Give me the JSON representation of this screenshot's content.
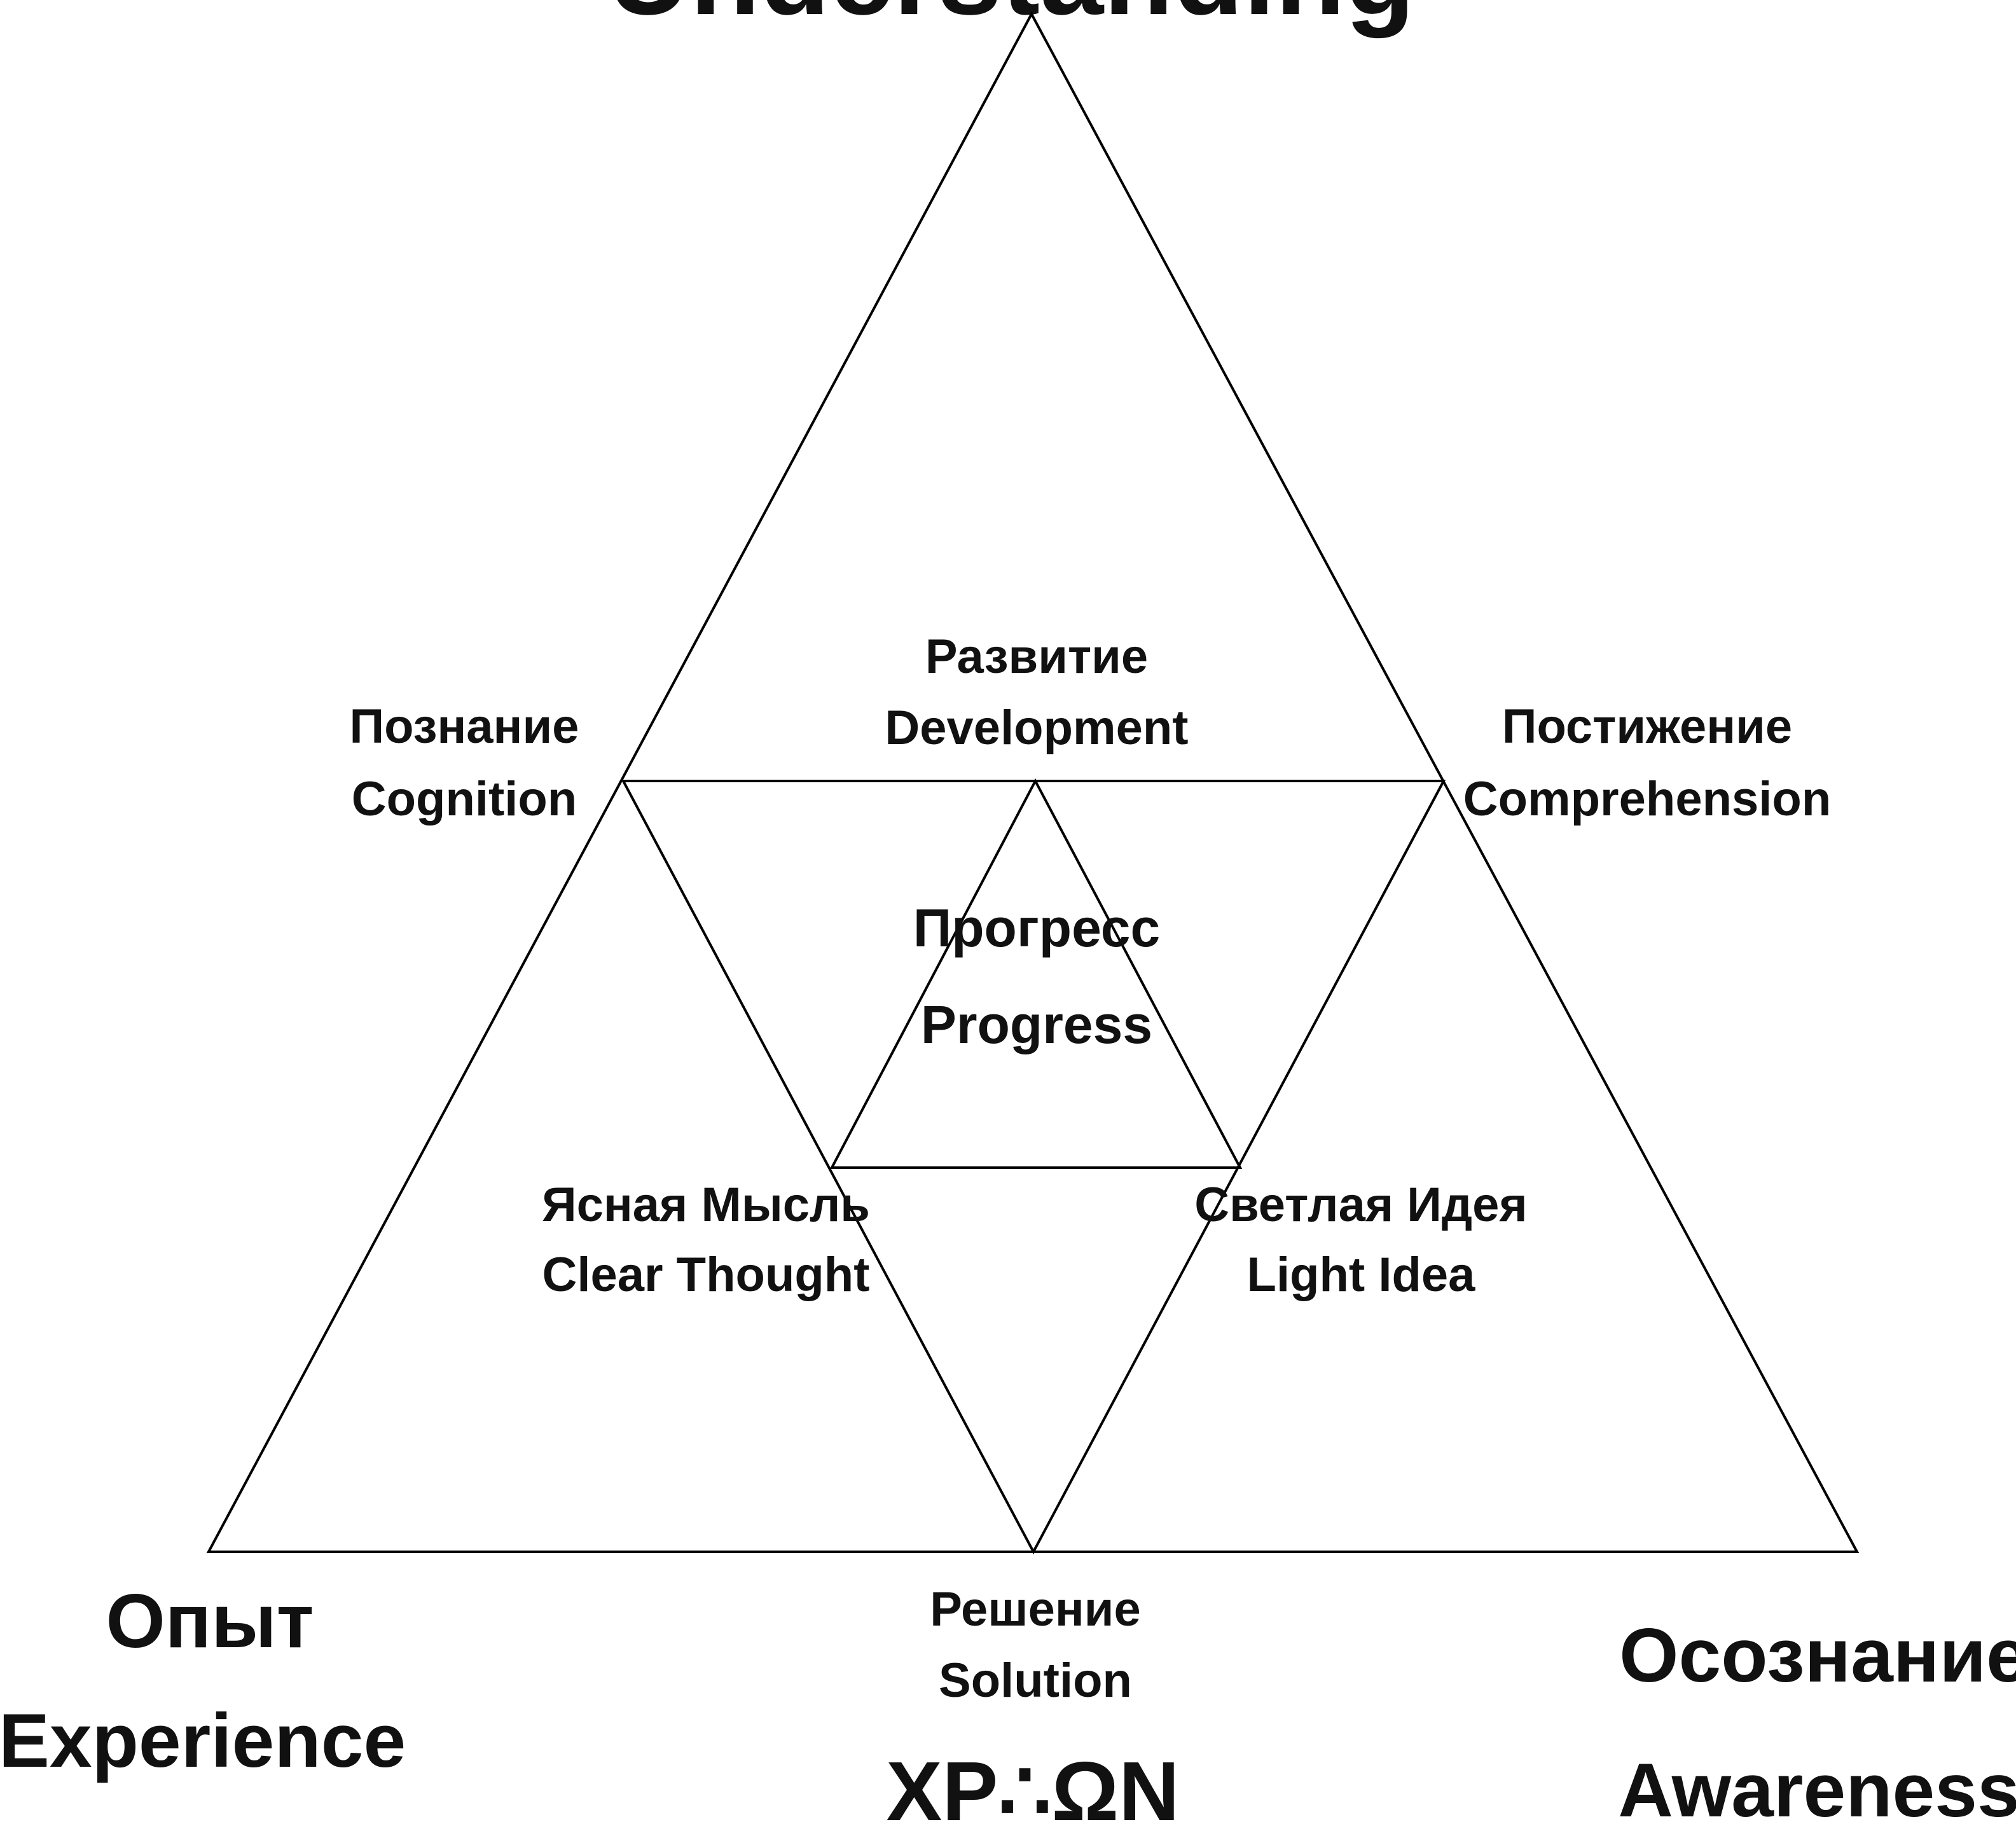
{
  "top_title": "Understanding",
  "colors": {
    "background": "#ffffff",
    "lines": "#000000",
    "text": "#111111"
  },
  "vertices": {
    "bottom_left": {
      "ru": "Опыт",
      "en": "Experience"
    },
    "bottom_right": {
      "ru": "Осознание",
      "en": "Awareness"
    }
  },
  "midpoints": {
    "left": {
      "ru": "Познание",
      "en": "Cognition"
    },
    "top": {
      "ru": "Развитие",
      "en": "Development"
    },
    "right": {
      "ru": "Постижение",
      "en": "Comprehension"
    },
    "bottom": {
      "ru": "Решение",
      "en": "Solution"
    }
  },
  "inner": {
    "left": {
      "ru": "Ясная Мысль",
      "en": "Clear Thought"
    },
    "right": {
      "ru": "Светлая Идея",
      "en": "Light Idea"
    },
    "center": {
      "ru": "Прогресс",
      "en": "Progress"
    }
  },
  "signature": "XP∴ΩN"
}
